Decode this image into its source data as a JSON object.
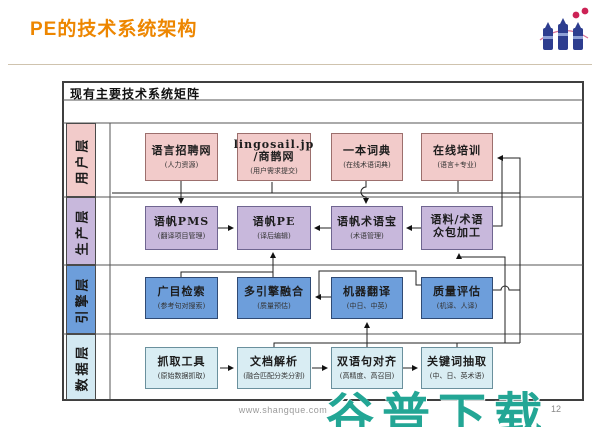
{
  "slide": {
    "title": "PE的技术系统架构",
    "footer_url": "www.shangque.com",
    "page_number": "12",
    "watermark": "谷普下载"
  },
  "colors": {
    "title_orange": "#ED8600",
    "user_layer_pink": "#f2cbca",
    "production_layer_purple": "#c8b8dc",
    "engine_layer_blue": "#6d9edb",
    "data_layer_cyan": "#d9edf3",
    "watermark_teal": "#23a695",
    "logo_blue": "#2d3d8f",
    "logo_red": "#cc2255"
  },
  "diagram": {
    "title": "现有主要技术系统矩阵",
    "layers": [
      {
        "label": "用户层",
        "boxes": [
          {
            "title": "语言招聘网",
            "subtitle": "(人力资源)"
          },
          {
            "title": "lingosail.jp /商鹊网",
            "subtitle": "(用户需求提交)"
          },
          {
            "title": "一本词典",
            "subtitle": "(在线术语词典)"
          },
          {
            "title": "在线培训",
            "subtitle": "(语言+专业)"
          }
        ]
      },
      {
        "label": "生产层",
        "boxes": [
          {
            "title": "语帆PMS",
            "subtitle": "(翻译项目管理)"
          },
          {
            "title": "语帆PE",
            "subtitle": "(译后编辑)"
          },
          {
            "title": "语帆术语宝",
            "subtitle": "(术语管理)"
          },
          {
            "title": "语料/术语 众包加工",
            "subtitle": ""
          }
        ]
      },
      {
        "label": "引擎层",
        "boxes": [
          {
            "title": "广目检索",
            "subtitle": "(参考句对搜索)"
          },
          {
            "title": "多引擎融合",
            "subtitle": "(质量预估)"
          },
          {
            "title": "机器翻译",
            "subtitle": "(中日、中英)"
          },
          {
            "title": "质量评估",
            "subtitle": "(机译、人译)"
          }
        ]
      },
      {
        "label": "数据层",
        "boxes": [
          {
            "title": "抓取工具",
            "subtitle": "(原始数据抓取)"
          },
          {
            "title": "文档解析",
            "subtitle": "(融合匹配分类分割)"
          },
          {
            "title": "双语句对齐",
            "subtitle": "(高精度、高召回)"
          },
          {
            "title": "关键词抽取",
            "subtitle": "(中、日、英术语)"
          }
        ]
      }
    ]
  }
}
